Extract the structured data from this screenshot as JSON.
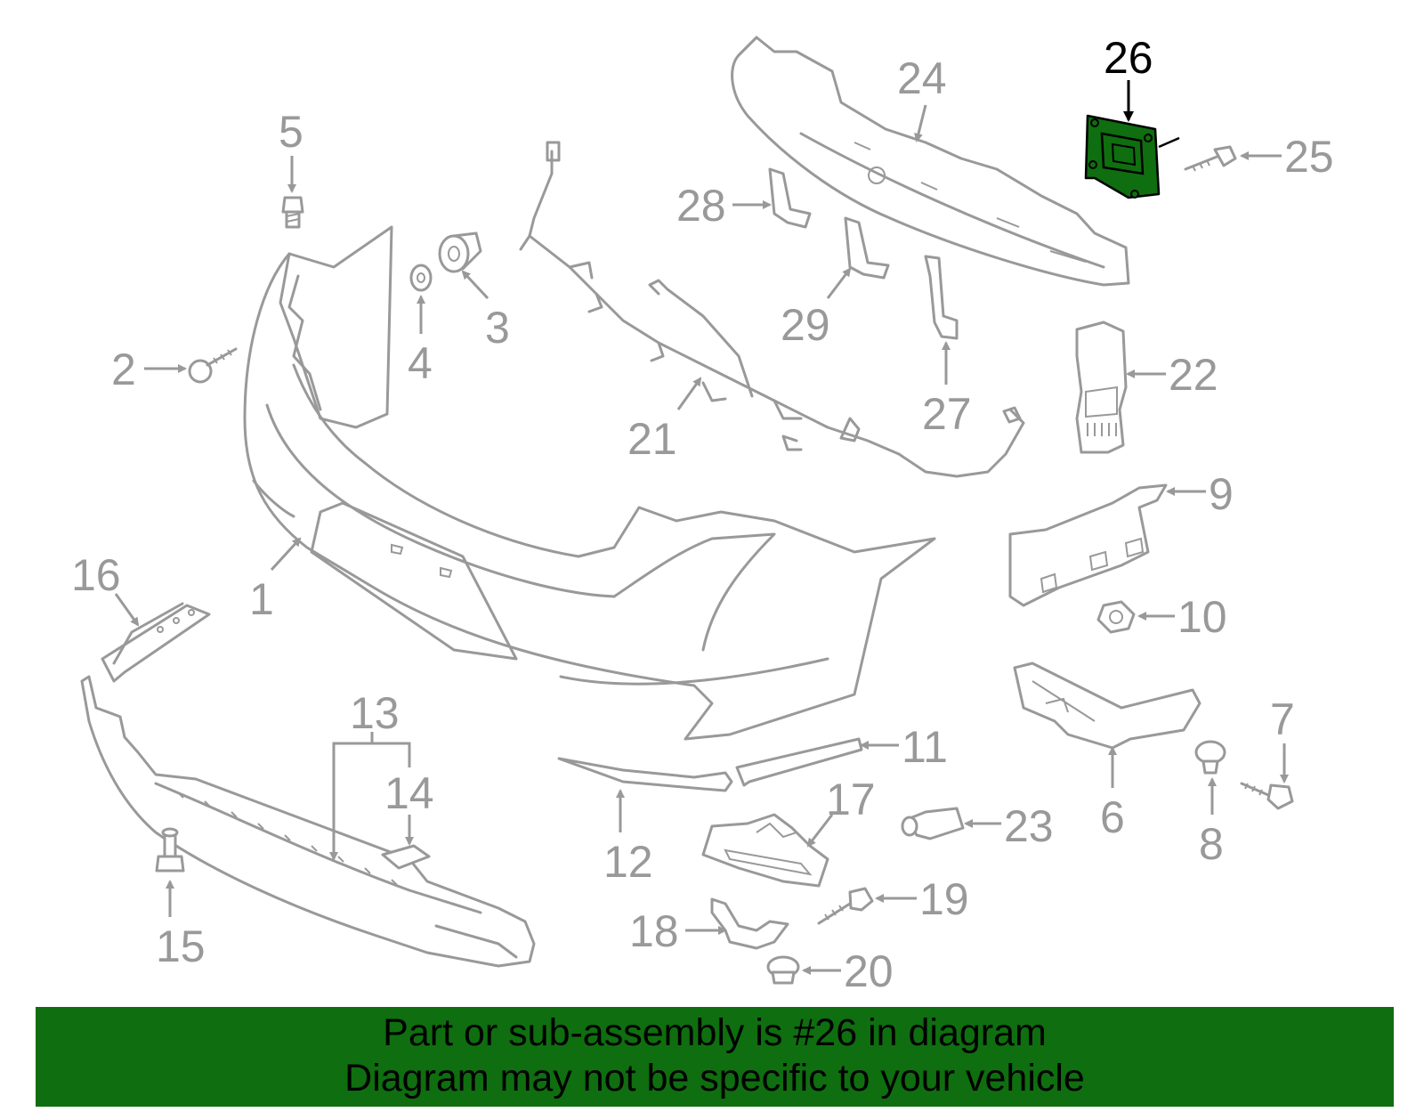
{
  "diagram": {
    "highlight_color": "#0f6e0f",
    "line_color": "#999999",
    "highlighted_part": "26",
    "callouts": [
      "1",
      "2",
      "3",
      "4",
      "5",
      "6",
      "7",
      "8",
      "9",
      "10",
      "11",
      "12",
      "13",
      "14",
      "15",
      "16",
      "17",
      "18",
      "19",
      "20",
      "21",
      "22",
      "23",
      "24",
      "25",
      "26",
      "27",
      "28",
      "29"
    ]
  },
  "banner": {
    "background": "#0f6e0f",
    "line1": "Part or sub-assembly is #26 in diagram",
    "line2": "Diagram may not be specific to your vehicle"
  }
}
